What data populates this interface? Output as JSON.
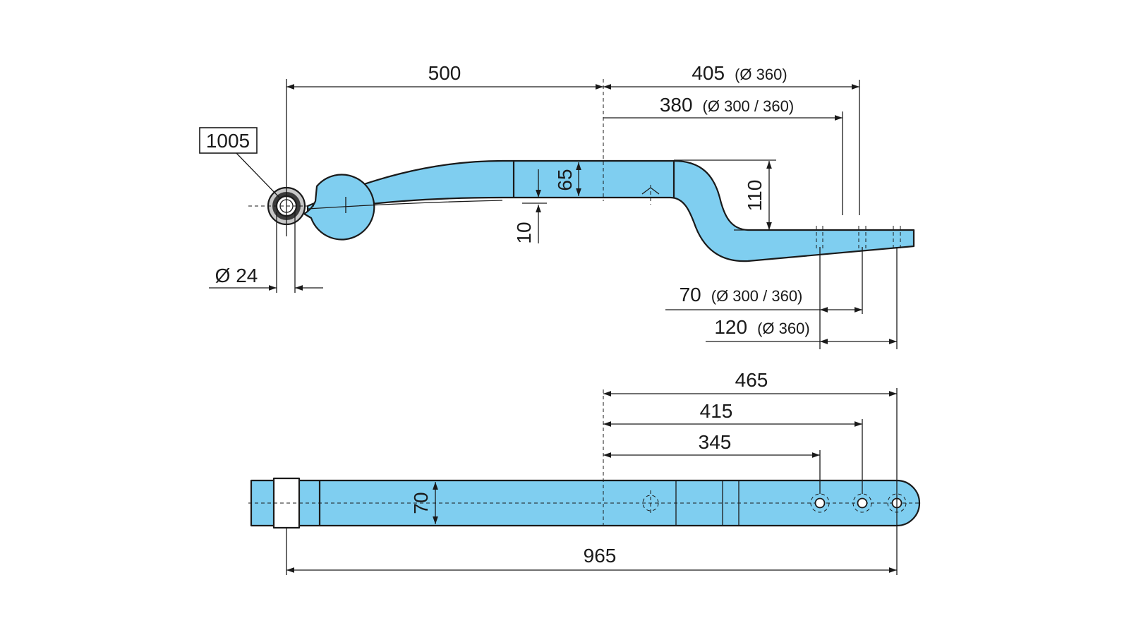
{
  "colors": {
    "part_fill": "#7fcef0",
    "line": "#1a1a1a",
    "background": "#ffffff"
  },
  "side_view": {
    "part_ref": "1005",
    "dims": {
      "length_500": "500",
      "length_405": {
        "value": "405",
        "note": "(Ø 360)"
      },
      "length_380": {
        "value": "380",
        "note": "(Ø 300 / 360)"
      },
      "thickness_65": "65",
      "offset_10": "10",
      "height_110": "110",
      "eye_diameter": "Ø 24",
      "hole_70": {
        "value": "70",
        "note": "(Ø 300 / 360)"
      },
      "hole_120": {
        "value": "120",
        "note": "(Ø 360)"
      }
    }
  },
  "top_view": {
    "dims": {
      "length_465": "465",
      "length_415": "415",
      "length_345": "345",
      "width_70": "70",
      "total_965": "965"
    }
  }
}
